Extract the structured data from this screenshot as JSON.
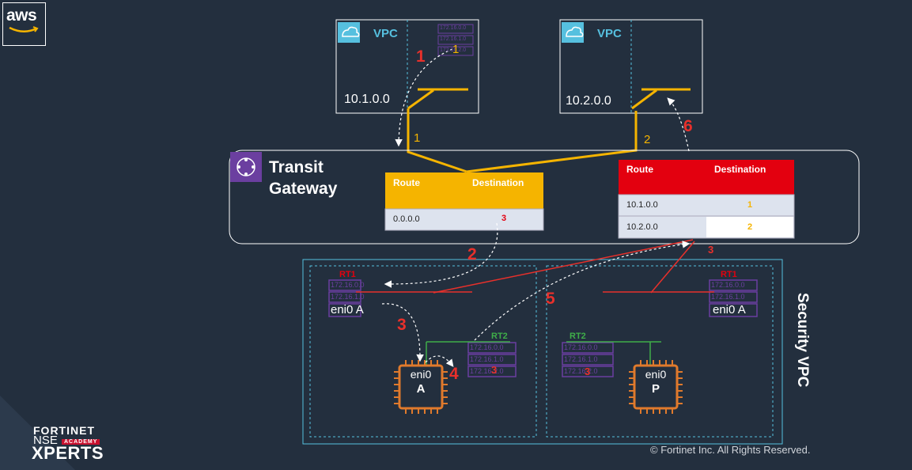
{
  "logo": {
    "text": "aws"
  },
  "vpc_left": {
    "label": "VPC",
    "cidr": "10.1.0.0",
    "mini_routes": [
      "172.16.0.0",
      "172.16.1.0",
      "172.16.2.0"
    ]
  },
  "vpc_right": {
    "label": "VPC",
    "cidr": "10.2.0.0"
  },
  "tgw": {
    "title_line1": "Transit",
    "title_line2": "Gateway",
    "table_left": {
      "header_route": "Route",
      "header_dest": "Destination",
      "rows": [
        {
          "route": "0.0.0.0",
          "dest": "3"
        }
      ]
    },
    "table_right": {
      "header_route": "Route",
      "header_dest": "Destination",
      "rows": [
        {
          "route": "10.1.0.0",
          "dest": "1"
        },
        {
          "route": "10.2.0.0",
          "dest": "2"
        }
      ]
    }
  },
  "attachments": {
    "left": "1",
    "right": "2",
    "left_mini": "1"
  },
  "steps": {
    "s1": "1",
    "s2": "2",
    "s3": "3",
    "s4": "4",
    "s5": "5",
    "s6": "6",
    "s3b": "3"
  },
  "security": {
    "title": "Security VPC",
    "rt1_left": {
      "label": "RT1",
      "routes": [
        "172.16.0.0",
        "172.16.1.0"
      ],
      "eni": "eni0 A"
    },
    "rt1_right": {
      "label": "RT1",
      "routes": [
        "172.16.0.0",
        "172.16.1.0"
      ],
      "eni": "eni0 A"
    },
    "rt2_left": {
      "label": "RT2",
      "routes": [
        "172.16.0.0",
        "172.16.1.0",
        "172.16.2.0"
      ],
      "mark": "3"
    },
    "rt2_right": {
      "label": "RT2",
      "routes": [
        "172.16.0.0",
        "172.16.1.0",
        "172.16.2.0"
      ],
      "mark": "3"
    },
    "instance_a": {
      "eni": "eni0",
      "name": "A"
    },
    "instance_p": {
      "eni": "eni0",
      "name": "P"
    }
  },
  "footer": {
    "copyright": "© Fortinet Inc. All Rights Reserved.",
    "brand": "FORTINET",
    "nse": "NSE",
    "academy": "ACADEMY",
    "xperts": "XPERTS"
  },
  "colors": {
    "background": "#232f3e",
    "yellow": "#f5b400",
    "red": "#e8302b",
    "purple": "#6b3fa0",
    "green": "#3fae49",
    "cyan_dash": "#56c0df",
    "orange_chip": "#e07a2c"
  }
}
